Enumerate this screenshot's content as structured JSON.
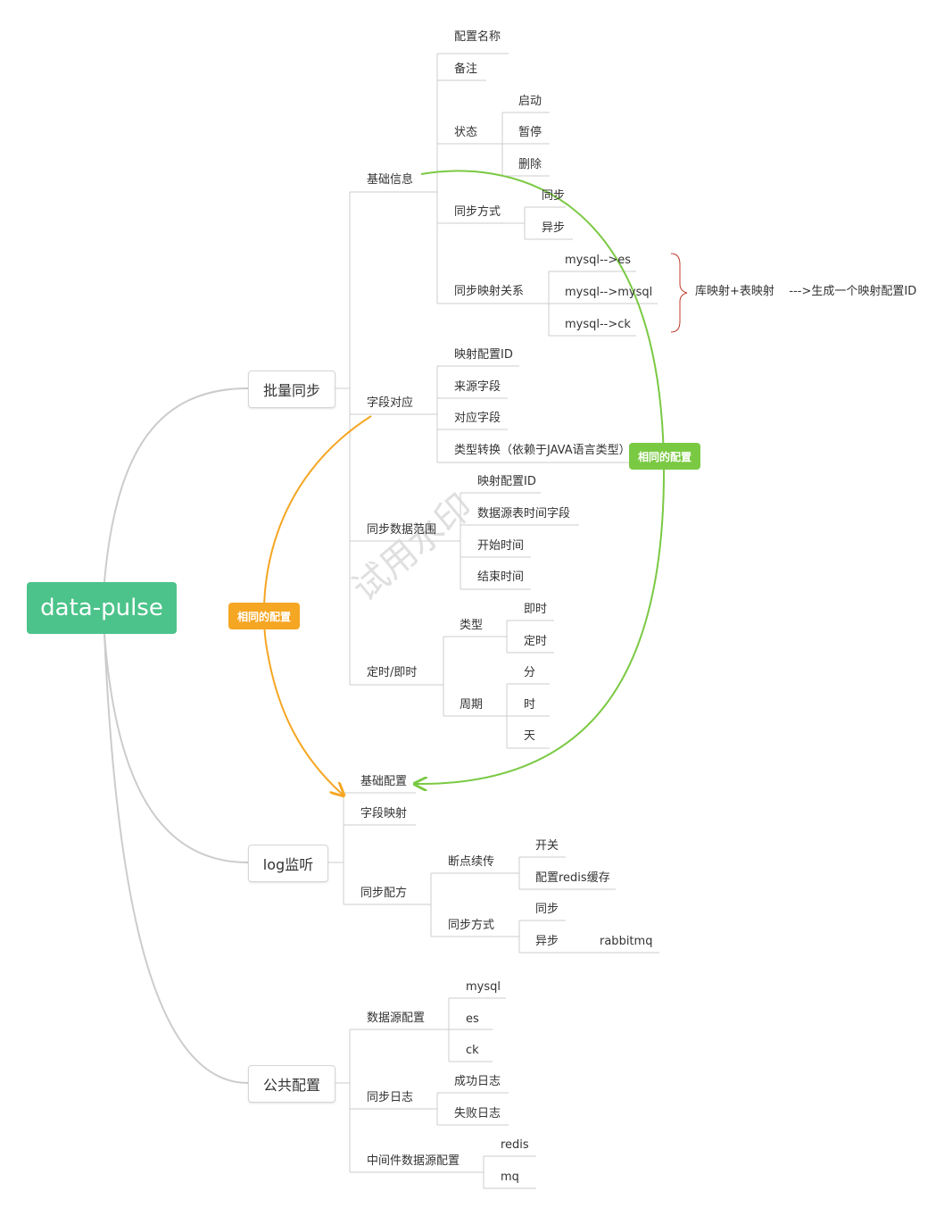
{
  "colors": {
    "root": "#4cc38a",
    "green": "#7ac943",
    "orange": "#f5a623",
    "brace": "#c0392b",
    "line": "#cccccc"
  },
  "root": "data-pulse",
  "watermark": "试用水印",
  "branches": {
    "batch": {
      "label": "批量同步",
      "basic": {
        "label": "基础信息",
        "name": "配置名称",
        "remark": "备注",
        "status": {
          "label": "状态",
          "items": [
            "启动",
            "暂停",
            "删除"
          ]
        },
        "sync_mode": {
          "label": "同步方式",
          "items": [
            "同步",
            "异步"
          ]
        },
        "mapping": {
          "label": "同步映射关系",
          "items": [
            "mysql-->es",
            "mysql-->mysql",
            "mysql-->ck"
          ]
        },
        "brace_note": "库映射+表映射    --->生成一个映射配置ID"
      },
      "fields": {
        "label": "字段对应",
        "items": [
          "映射配置ID",
          "来源字段",
          "对应字段",
          "类型转换（依赖于JAVA语言类型）"
        ]
      },
      "range": {
        "label": "同步数据范围",
        "items": [
          "映射配置ID",
          "数据源表时间字段",
          "开始时间",
          "结束时间"
        ]
      },
      "timing": {
        "label": "定时/即时",
        "type": {
          "label": "类型",
          "items": [
            "即时",
            "定时"
          ]
        },
        "period": {
          "label": "周期",
          "items": [
            "分",
            "时",
            "天"
          ]
        }
      }
    },
    "log": {
      "label": "log监听",
      "basic": "基础配置",
      "field_map": "字段映射",
      "recipe": {
        "label": "同步配方",
        "resume": {
          "label": "断点续传",
          "items": [
            "开关",
            "配置redis缓存"
          ]
        },
        "mode": {
          "label": "同步方式",
          "sync": "同步",
          "async": "异步",
          "async_child": "rabbitmq"
        }
      }
    },
    "common": {
      "label": "公共配置",
      "ds": {
        "label": "数据源配置",
        "items": [
          "mysql",
          "es",
          "ck"
        ]
      },
      "log": {
        "label": "同步日志",
        "items": [
          "成功日志",
          "失败日志"
        ]
      },
      "mw": {
        "label": "中间件数据源配置",
        "items": [
          "redis",
          "mq"
        ]
      }
    }
  },
  "tags": {
    "green": "相同的配置",
    "orange": "相同的配置"
  }
}
